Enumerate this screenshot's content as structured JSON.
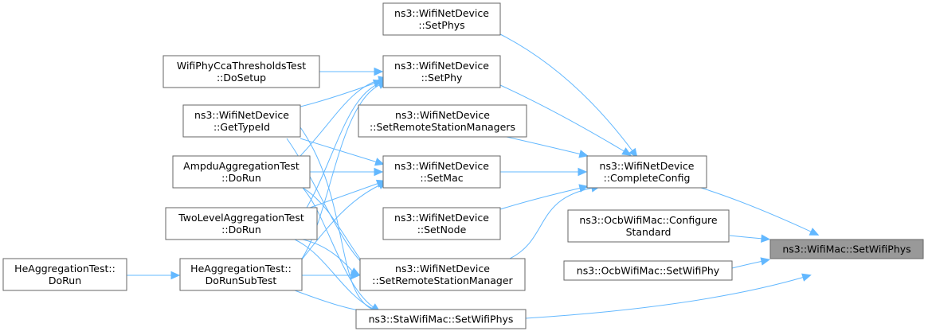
{
  "graph": {
    "focus": "SetWifiPhys_Mac",
    "nodes": [
      {
        "id": "SetWifiPhys_Mac",
        "lines": [
          "ns3::WifiMac::SetWifiPhys"
        ],
        "focus": true
      },
      {
        "id": "CompleteConfig",
        "lines": [
          "ns3::WifiNetDevice",
          "::CompleteConfig"
        ]
      },
      {
        "id": "OcbConfigure",
        "lines": [
          "ns3::OcbWifiMac::Configure",
          "Standard"
        ]
      },
      {
        "id": "OcbSetWifiPhy",
        "lines": [
          "ns3::OcbWifiMac::SetWifiPhy"
        ]
      },
      {
        "id": "StaSetWifiPhys",
        "lines": [
          "ns3::StaWifiMac::SetWifiPhys"
        ]
      },
      {
        "id": "SetPhys",
        "lines": [
          "ns3::WifiNetDevice",
          "::SetPhys"
        ]
      },
      {
        "id": "SetPhy",
        "lines": [
          "ns3::WifiNetDevice",
          "::SetPhy"
        ]
      },
      {
        "id": "SetRSMs",
        "lines": [
          "ns3::WifiNetDevice",
          "::SetRemoteStationManagers"
        ]
      },
      {
        "id": "SetMac",
        "lines": [
          "ns3::WifiNetDevice",
          "::SetMac"
        ]
      },
      {
        "id": "SetNode",
        "lines": [
          "ns3::WifiNetDevice",
          "::SetNode"
        ]
      },
      {
        "id": "SetRSM",
        "lines": [
          "ns3::WifiNetDevice",
          "::SetRemoteStationManager"
        ]
      },
      {
        "id": "CcaSetup",
        "lines": [
          "WifiPhyCcaThresholdsTest",
          "::DoSetup"
        ]
      },
      {
        "id": "GetTypeId",
        "lines": [
          "ns3::WifiNetDevice",
          "::GetTypeId"
        ]
      },
      {
        "id": "AmpduRun",
        "lines": [
          "AmpduAggregationTest",
          "::DoRun"
        ]
      },
      {
        "id": "TwoLevelRun",
        "lines": [
          "TwoLevelAggregationTest",
          "::DoRun"
        ]
      },
      {
        "id": "HeSubTest",
        "lines": [
          "HeAggregationTest::",
          "DoRunSubTest"
        ]
      },
      {
        "id": "HeRun",
        "lines": [
          "HeAggregationTest::",
          "DoRun"
        ]
      }
    ],
    "edges": [
      {
        "from": "CompleteConfig",
        "to": "SetWifiPhys_Mac"
      },
      {
        "from": "OcbConfigure",
        "to": "SetWifiPhys_Mac"
      },
      {
        "from": "OcbSetWifiPhy",
        "to": "SetWifiPhys_Mac"
      },
      {
        "from": "StaSetWifiPhys",
        "to": "SetWifiPhys_Mac"
      },
      {
        "from": "SetPhys",
        "to": "CompleteConfig"
      },
      {
        "from": "SetPhy",
        "to": "CompleteConfig"
      },
      {
        "from": "SetRSMs",
        "to": "CompleteConfig"
      },
      {
        "from": "SetMac",
        "to": "CompleteConfig"
      },
      {
        "from": "SetNode",
        "to": "CompleteConfig"
      },
      {
        "from": "SetRSM",
        "to": "CompleteConfig"
      },
      {
        "from": "CcaSetup",
        "to": "SetPhy"
      },
      {
        "from": "GetTypeId",
        "to": "SetPhy"
      },
      {
        "from": "AmpduRun",
        "to": "SetPhy"
      },
      {
        "from": "TwoLevelRun",
        "to": "SetPhy"
      },
      {
        "from": "HeSubTest",
        "to": "SetPhy"
      },
      {
        "from": "GetTypeId",
        "to": "SetMac"
      },
      {
        "from": "AmpduRun",
        "to": "SetMac"
      },
      {
        "from": "TwoLevelRun",
        "to": "SetMac"
      },
      {
        "from": "HeSubTest",
        "to": "SetMac"
      },
      {
        "from": "GetTypeId",
        "to": "SetRSM"
      },
      {
        "from": "AmpduRun",
        "to": "SetRSM"
      },
      {
        "from": "TwoLevelRun",
        "to": "SetRSM"
      },
      {
        "from": "HeSubTest",
        "to": "SetRSM"
      },
      {
        "from": "AmpduRun",
        "to": "StaSetWifiPhys"
      },
      {
        "from": "TwoLevelRun",
        "to": "StaSetWifiPhys"
      },
      {
        "from": "HeSubTest",
        "to": "StaSetWifiPhys"
      },
      {
        "from": "GetTypeId",
        "to": "StaSetWifiPhys"
      },
      {
        "from": "HeRun",
        "to": "HeSubTest"
      }
    ]
  }
}
